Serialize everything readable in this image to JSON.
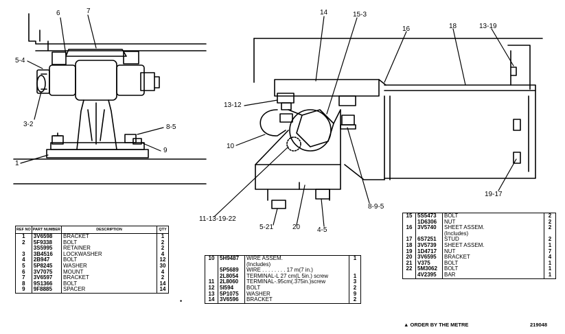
{
  "callouts": {
    "c5_4": "5-4",
    "c3_2": "3-2",
    "c1": "1",
    "c6": "6",
    "c7": "7",
    "c8_5": "8-5",
    "c9": "9",
    "c14": "14",
    "c15_3": "15-3",
    "c16": "16",
    "c18": "18",
    "c13_19": "13-19",
    "c13_12": "13-12",
    "c10": "10",
    "c11_13_19_22": "11-13-19-22",
    "c5_21": "5-21",
    "c20": "20",
    "c4_5": "4-5",
    "c8_9_5": "8-9-5",
    "c19_17": "19-17"
  },
  "table1": {
    "headers": {
      "ref": "REF NO",
      "part": "PART NUMBER",
      "desc": "DESCRIPTION",
      "qty": "QTY"
    },
    "rows": [
      {
        "ref": "1",
        "part": "3V6598",
        "desc": "BRACKET",
        "qty": "1"
      },
      {
        "ref": "2",
        "part": "5F9338",
        "desc": "BOLT",
        "qty": "2"
      },
      {
        "ref": "",
        "part": "3S5995",
        "desc": "RETAINER",
        "qty": "2"
      },
      {
        "ref": "3",
        "part": "3B4516",
        "desc": "LOCKWASHER",
        "qty": "4"
      },
      {
        "ref": "4",
        "part": "2B947",
        "desc": "BOLT",
        "qty": "12"
      },
      {
        "ref": "5",
        "part": "5P8245",
        "desc": "WASHER",
        "qty": "30"
      },
      {
        "ref": "6",
        "part": "3V7075",
        "desc": "MOUNT",
        "qty": "4"
      },
      {
        "ref": "7",
        "part": "3V6597",
        "desc": "BRACKET",
        "qty": "2"
      },
      {
        "ref": "8",
        "part": "9S1366",
        "desc": "BOLT",
        "qty": "14"
      },
      {
        "ref": "9",
        "part": "9F8885",
        "desc": "SPACER",
        "qty": "14"
      }
    ]
  },
  "table2": {
    "rows": [
      {
        "ref": "10",
        "part": "5H9487",
        "desc": "WIRE ASSEM.",
        "qty": "1"
      },
      {
        "ref": "",
        "part": "",
        "desc": "(Includes)",
        "qty": ""
      },
      {
        "ref": "",
        "part": "5P5689",
        "desc": "WIRE . . . . . . . . 17 m(7 in.)",
        "qty": ""
      },
      {
        "ref": "",
        "part": "2L8054",
        "desc": "TERMINAL-L 27 cm(L 5in.) screw",
        "qty": "1"
      },
      {
        "ref": "11",
        "part": "2L8060",
        "desc": "TERMINAL-.95cm(.375in.)screw",
        "qty": "3"
      },
      {
        "ref": "12",
        "part": "5I594",
        "desc": "BOLT",
        "qty": "2"
      },
      {
        "ref": "13",
        "part": "5P1075",
        "desc": "WASHER",
        "qty": "9"
      },
      {
        "ref": "14",
        "part": "3V6596",
        "desc": "BRACKET",
        "qty": "2"
      }
    ]
  },
  "table3": {
    "rows": [
      {
        "ref": "15",
        "part": "5S5473",
        "desc": "BOLT",
        "qty": "2"
      },
      {
        "ref": "",
        "part": "1D6306",
        "desc": "NUT",
        "qty": "2"
      },
      {
        "ref": "16",
        "part": "3V5740",
        "desc": "SHEET ASSEM.",
        "qty": "2"
      },
      {
        "ref": "",
        "part": "",
        "desc": "(Includes)",
        "qty": ""
      },
      {
        "ref": "17",
        "part": "6S7251",
        "desc": "STUD",
        "qty": "2"
      },
      {
        "ref": "18",
        "part": "3V5739",
        "desc": "SHEET ASSEM.",
        "qty": "1"
      },
      {
        "ref": "19",
        "part": "1D4717",
        "desc": "NUT",
        "qty": "7"
      },
      {
        "ref": "20",
        "part": "3V6595",
        "desc": "BRACKET",
        "qty": "4"
      },
      {
        "ref": "21",
        "part": "V375",
        "desc": "BOLT",
        "qty": "1"
      },
      {
        "ref": "22",
        "part": "5M3062",
        "desc": "BOLT",
        "qty": "1"
      },
      {
        "ref": "",
        "part": "4V2395",
        "desc": "BAR",
        "qty": "1"
      }
    ]
  },
  "footer": {
    "note": "ORDER BY THE METRE",
    "number": "219048"
  }
}
